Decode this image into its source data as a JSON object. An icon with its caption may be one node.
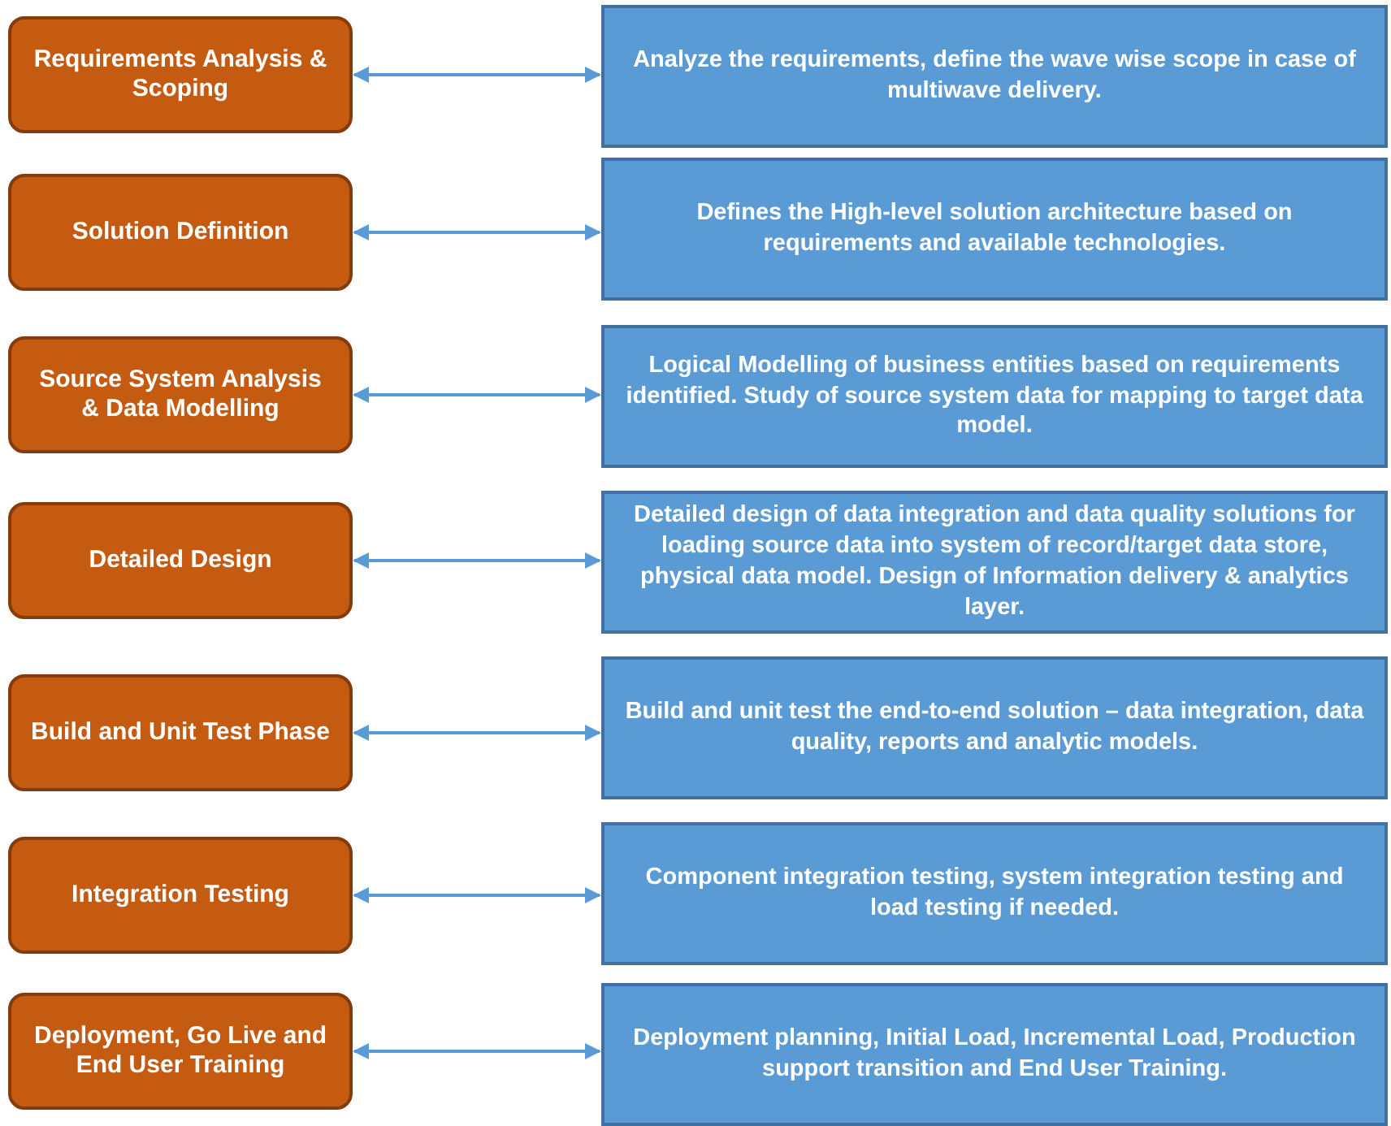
{
  "diagram": {
    "nodes": [
      {
        "text": [
          "Requirements Analysis & Scoping"
        ]
      },
      {
        "text": [
          "Analyze the requirements, define the wave wise scope in case of multiwave delivery."
        ]
      },
      {
        "text": [
          "Solution Definition"
        ]
      },
      {
        "text": [
          "Defines the High-level solution architecture based on requirements and available technologies."
        ]
      },
      {
        "text": [
          "Source System Analysis & Data Modelling"
        ]
      },
      {
        "text": [
          "Logical Modelling of business entities based on requirements identified. Study of source system data for mapping to target data model."
        ]
      },
      {
        "text": [
          "Detailed Design"
        ]
      },
      {
        "text": [
          "Detailed design of data integration and data quality solutions for loading source data into system of record/target data store, physical data model. Design of Information delivery & analytics layer."
        ]
      },
      {
        "text": [
          "Build and Unit Test Phase"
        ]
      },
      {
        "text": [
          "Build and unit test the end-to-end solution – data integration, data quality, reports and analytic models."
        ]
      },
      {
        "text": [
          "Integration Testing"
        ]
      },
      {
        "text": [
          "Component integration testing, system integration testing and load testing if needed."
        ]
      },
      {
        "text": [
          "Deployment, Go Live and End User Training"
        ]
      },
      {
        "text": [
          "Deployment planning, Initial Load, Incremental Load, Production support transition and End User Training."
        ]
      }
    ],
    "edges": [
      {
        "from": 0,
        "to": 1,
        "arrow": "both"
      },
      {
        "from": 2,
        "to": 3,
        "arrow": "both"
      },
      {
        "from": 4,
        "to": 5,
        "arrow": "both"
      },
      {
        "from": 6,
        "to": 7,
        "arrow": "both"
      },
      {
        "from": 8,
        "to": 9,
        "arrow": "both"
      },
      {
        "from": 10,
        "to": 11,
        "arrow": "both"
      },
      {
        "from": 12,
        "to": 13,
        "arrow": "both"
      }
    ]
  }
}
